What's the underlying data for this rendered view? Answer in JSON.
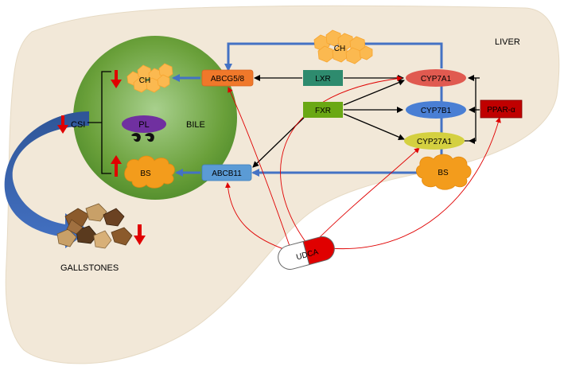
{
  "labels": {
    "liver": "LIVER",
    "bile": "BILE",
    "csi": "CSI",
    "gallstones": "GALLSTONES",
    "ch_top": "CH",
    "ch_bile": "CH",
    "pl": "PL",
    "bs_bile": "BS",
    "bs_right": "BS",
    "abcg": "ABCG5/8",
    "abcb11": "ABCB11",
    "lxr": "LXR",
    "fxr": "FXR",
    "cyp7a1": "CYP7A1",
    "cyp7b1": "CYP7B1",
    "cyp27a1": "CYP27A1",
    "ppar": "PPAR-α",
    "udca": "UDCA"
  },
  "colors": {
    "liver": "#f2e8d8",
    "bile": "#6aa03a",
    "cholesterol": "#fbb950",
    "bile_salt": "#f39c1c",
    "abcg": "#f0782a",
    "abcb11": "#5b9bd5",
    "lxr": "#2e8b6e",
    "fxr": "#6aa814",
    "cyp7a1": "#e05a50",
    "cyp7b1": "#4a7fd4",
    "cyp27a1": "#d4d040",
    "ppar": "#c00000",
    "pathway": "#4472c4",
    "udca_arrow": "#e00000",
    "down_arrow": "#e00000",
    "phospholipid": "#7030a0"
  }
}
